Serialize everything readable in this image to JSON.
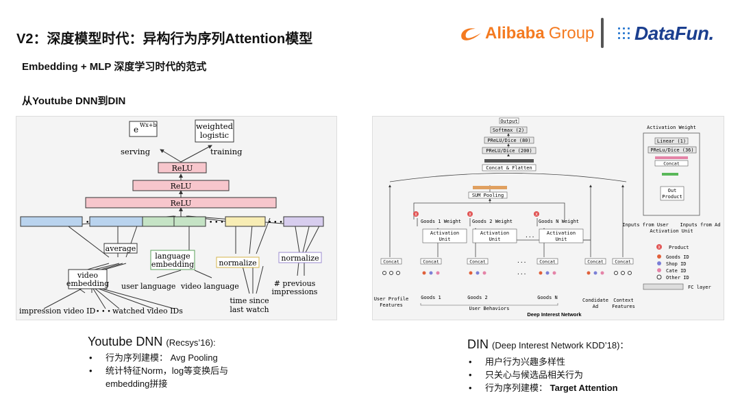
{
  "header": {
    "title": "V2：深度模型时代：异构行为序列Attention模型",
    "subtitle": "Embedding + MLP 深度学习时代的范式",
    "section": "从Youtube DNN到DIN"
  },
  "logos": {
    "alibaba_main": "Alibaba",
    "alibaba_group": "Group",
    "datafun": "DataFun."
  },
  "youtube_fig": {
    "exp": "e",
    "exp_sup": "Wx+b",
    "weighted_logistic_1": "weighted",
    "weighted_logistic_2": "logistic",
    "serving": "serving",
    "training": "training",
    "relu1": "ReLU",
    "relu2": "ReLU",
    "relu3": "ReLU",
    "average": "average",
    "language_embedding_1": "language",
    "language_embedding_2": "embedding",
    "normalize1": "normalize",
    "normalize2": "normalize",
    "video_embedding_1": "video",
    "video_embedding_2": "embedding",
    "user_language": "user language",
    "video_language": "video language",
    "previous_impressions_1": "# previous",
    "previous_impressions_2": "impressions",
    "time_since_1": "time since",
    "time_since_2": "last watch",
    "impression_ids": "impression video ID",
    "watched_ids": "watched video IDs",
    "dots": "• • •"
  },
  "din_fig": {
    "output": "Output",
    "softmax": "Softmax (2)",
    "prelu80": "PReLU/Dice (80)",
    "prelu200": "PReLU/Dice (200)",
    "concat_flatten": "Concat & Flatten",
    "sum_pooling": "SUM Pooling",
    "goods1_weight": "Goods 1 Weight",
    "goods2_weight": "Goods 2 Weight",
    "goodsN_weight": "Goods N Weight",
    "activation_unit_1": "Activation",
    "activation_unit_2": "Unit",
    "concat": "Concat",
    "user_profile_1": "User Profile",
    "user_profile_2": "Features",
    "goods1": "Goods 1",
    "goods2": "Goods 2",
    "goodsN": "Goods N",
    "user_behaviors": "User Behaviors",
    "candidate_ad_1": "Condidate",
    "candidate_ad_2": "Ad",
    "context_1": "Context",
    "context_2": "Features",
    "network_name": "Deep Interest Network",
    "ellipsis": "...",
    "aw_title": "Activation Weight",
    "linear": "Linear (1)",
    "prelu36": "PReLu/Dice (36)",
    "out_product_1": "Out",
    "out_product_2": "Product",
    "inputs_user": "Inputs from User",
    "inputs_ad": "Inputs from Ad",
    "activation_unit_label": "Activation Unit",
    "legend_product": "Product",
    "legend_goods": "Goods ID",
    "legend_shop": "Shop ID",
    "legend_cate": "Cate ID",
    "legend_other": "Other ID",
    "legend_fc": "FC layer",
    "x_mark": "X",
    "colors": {
      "goods": "#e0603a",
      "shop": "#7b7fd6",
      "cate": "#e483a7",
      "other": "#ffffff"
    }
  },
  "youtube_caption": {
    "title": "Youtube DNN",
    "note": "(Recsys’16):",
    "items": [
      "行为序列建模： Avg Pooling",
      "统计特征Norm，log等变换后与embedding拼接"
    ]
  },
  "din_caption": {
    "title": "DIN",
    "note": "(Deep Interest Network KDD’18)：",
    "items": [
      "用户行为兴趣多样性",
      "只关心与候选品相关行为"
    ],
    "item3_prefix": "行为序列建模：",
    "item3_bold": "Target Attention"
  }
}
